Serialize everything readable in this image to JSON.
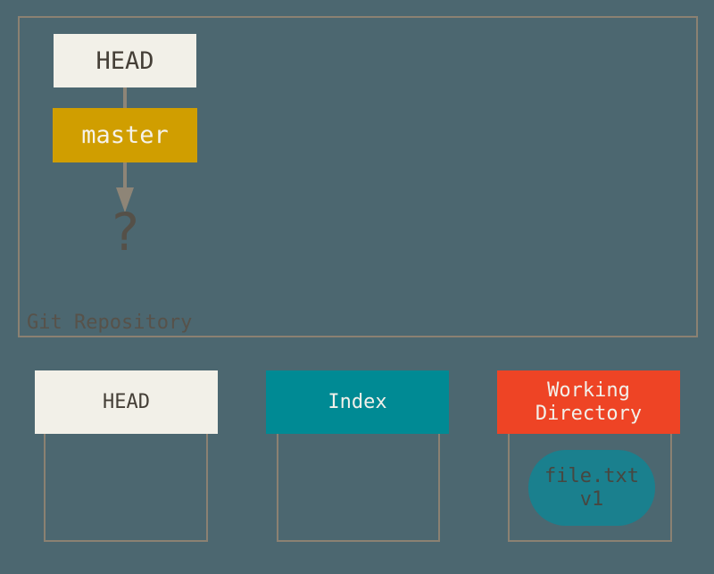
{
  "repository": {
    "label": "Git Repository",
    "head_label": "HEAD",
    "master_label": "master",
    "question_mark": "?"
  },
  "columns": [
    {
      "label": "HEAD"
    },
    {
      "label": "Index"
    },
    {
      "label": "Working Directory"
    }
  ],
  "file": {
    "name": "file.txt",
    "version": "v1"
  },
  "colors": {
    "background": "#4C6770",
    "outline": "#8B8172",
    "head_box": "#F2F0E8",
    "master_box": "#D09E00",
    "index_box": "#008A94",
    "working_directory_box": "#EE4425",
    "file_blob": "#1A808E",
    "dark_text": "#453F37",
    "light_text": "#F2F0EA",
    "arrow": "#8E8577"
  }
}
